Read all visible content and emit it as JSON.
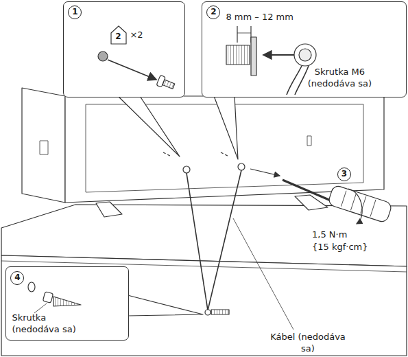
{
  "diagram": {
    "nodes": [
      {
        "text": [
          "1",
          "2",
          "×2"
        ]
      },
      {
        "text": [
          "2",
          "8 mm – 12 mm",
          "Skrutka M6 (nedodáva sa)"
        ]
      },
      {
        "text": [
          "4",
          "Skrutka (nedodáva sa)"
        ]
      }
    ],
    "labels": [
      "3",
      "1,5 N·m",
      "{15 kgf·cm}",
      "Kábel (nedodáva sa)"
    ]
  }
}
